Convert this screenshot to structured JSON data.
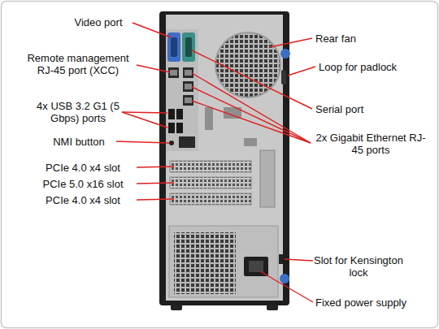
{
  "diagram": {
    "labels": [
      "Video port",
      "Rear fan",
      "Remote management RJ-45 port (XCC)",
      "Loop for padlock",
      "4x USB 3.2 G1 (5 Gbps) ports",
      "Serial port",
      "NMI button",
      "2x Gigabit Ethernet RJ-45 ports",
      "PCIe 4.0 x4 slot",
      "PCIe 5.0 x16 slot",
      "PCIe 4.0 x4 slot",
      "Slot for Kensington lock",
      "Fixed power supply"
    ]
  }
}
